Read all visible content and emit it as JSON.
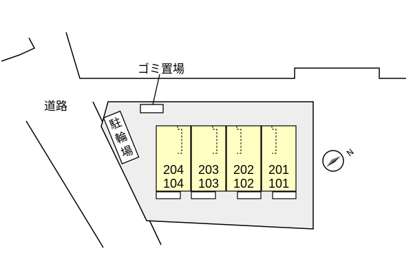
{
  "labels": {
    "garbage": "ゴミ置場",
    "road": "道路",
    "bicycle_parking": [
      "駐",
      "輪",
      "場"
    ]
  },
  "units": [
    {
      "upper": "204",
      "lower": "104"
    },
    {
      "upper": "203",
      "lower": "103"
    },
    {
      "upper": "202",
      "lower": "102"
    },
    {
      "upper": "201",
      "lower": "101"
    }
  ],
  "compass": {
    "north_label": "N"
  },
  "colors": {
    "site_fill": "#eeeeee",
    "building_fill": "#ffffc4",
    "line": "#000000"
  }
}
